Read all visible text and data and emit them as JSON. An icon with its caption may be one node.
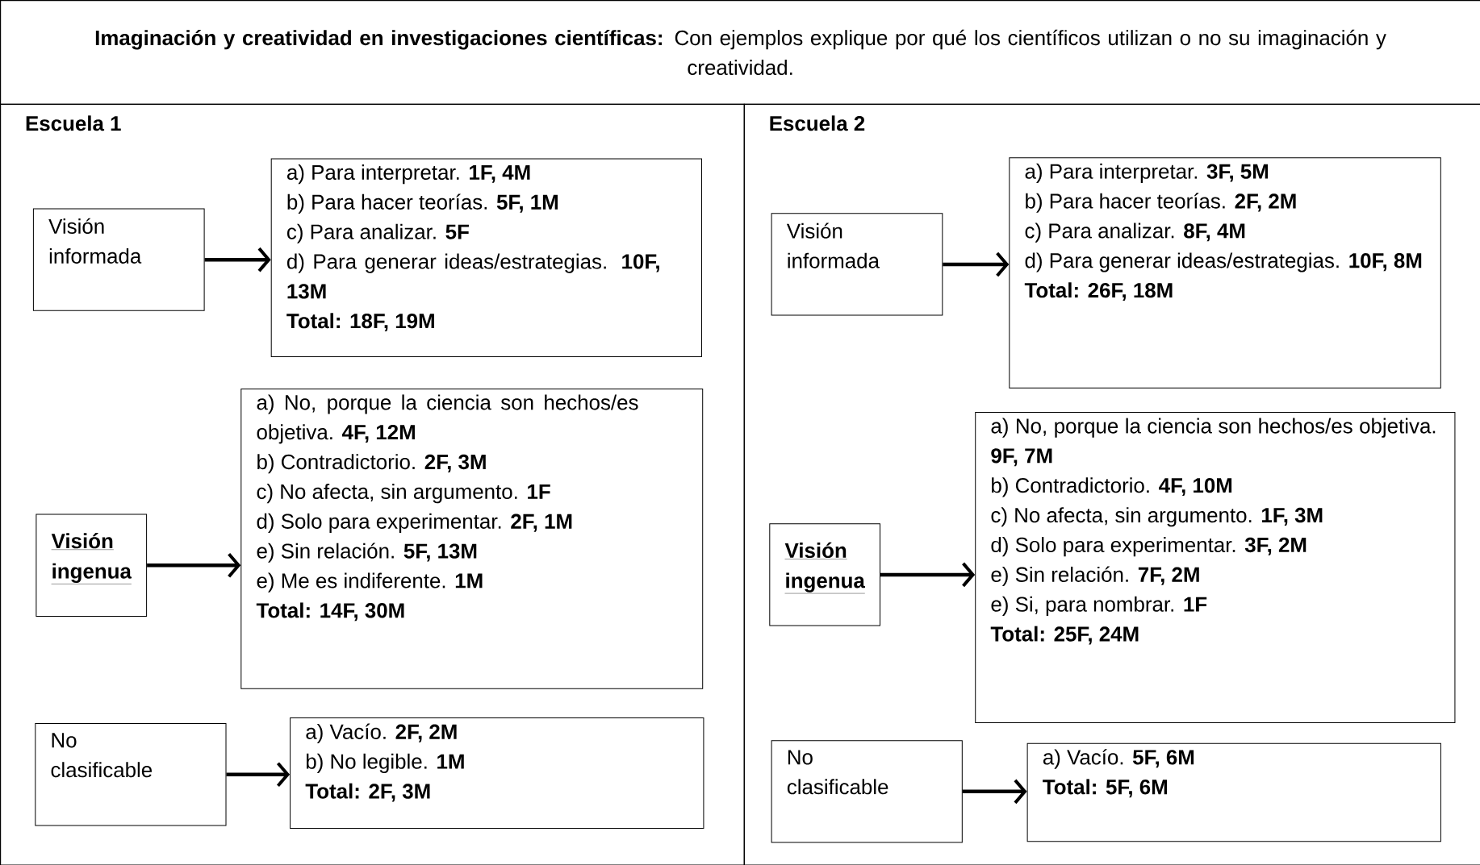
{
  "diagram": {
    "title": "**Imaginación y creatividad en investigaciones científicas:** Con ejemplos explique por qué los científicos utilizan o no su imaginación y creatividad.",
    "nodes": [
      {
        "text": [
          "Escuela 1"
        ]
      },
      {
        "text": [
          "Visión informada"
        ],
        "in": 0
      },
      {
        "text": [
          "a) Para interpretar. **1F, 4M**",
          "b) Para hacer teorías. **5F, 1M**",
          "c) Para analizar. **5F**",
          "d) Para generar ideas/estrategias. **10F, 13M**",
          "Total: 18F, 19M"
        ],
        "in": 0
      },
      {
        "text": [
          "Visión ingenua"
        ],
        "in": 0
      },
      {
        "text": [
          "a) No, porque la ciencia son hechos/es objetiva. **4F, 12M**",
          "b) Contradictorio. **2F, 3M**",
          "c) No afecta, sin argumento. **1F**",
          "d) Solo para experimentar. **2F, 1M**",
          "e) Sin relación. **5F, 13M**",
          "e) Me es indiferente. **1M**",
          "Total: 14F, 30M"
        ],
        "in": 0
      },
      {
        "text": [
          "No clasificable"
        ],
        "in": 0
      },
      {
        "text": [
          "a) Vacío. **2F, 2M**",
          "b) No legible. **1M**",
          "Total: 2F, 3M"
        ],
        "in": 0
      },
      {
        "text": [
          "Escuela 2"
        ]
      },
      {
        "text": [
          "Visión informada"
        ],
        "in": 7
      },
      {
        "text": [
          "a) Para interpretar. **3F, 5M**",
          "b) Para hacer teorías. **2F, 2M**",
          "c) Para analizar. **8F, 4M**",
          "d) Para generar ideas/estrategias. **10F, 8M**",
          "Total: 26F, 18M"
        ],
        "in": 7
      },
      {
        "text": [
          "Visión ingenua"
        ],
        "in": 7
      },
      {
        "text": [
          "a) No, porque la ciencia son hechos/es objetiva. **9F, 7M**",
          "b) Contradictorio. **4F, 10M**",
          "c) No afecta, sin argumento. **1F, 3M**",
          "d) Solo para experimentar. **3F, 2M**",
          "e) Sin relación. **7F, 2M**",
          "e) Si, para nombrar. **1F**",
          "Total: 25F, 24M"
        ],
        "in": 7
      },
      {
        "text": [
          "No clasificable"
        ],
        "in": 7
      },
      {
        "text": [
          "a) Vacío. **5F, 6M**",
          "Total: 5F, 6M"
        ],
        "in": 7
      }
    ],
    "edges": [
      {
        "from": 1,
        "to": 2,
        "arrow": "to"
      },
      {
        "from": 3,
        "to": 4,
        "arrow": "to"
      },
      {
        "from": 5,
        "to": 6,
        "arrow": "to"
      },
      {
        "from": 8,
        "to": 9,
        "arrow": "to"
      },
      {
        "from": 10,
        "to": 11,
        "arrow": "to"
      },
      {
        "from": 12,
        "to": 13,
        "arrow": "to"
      }
    ]
  }
}
